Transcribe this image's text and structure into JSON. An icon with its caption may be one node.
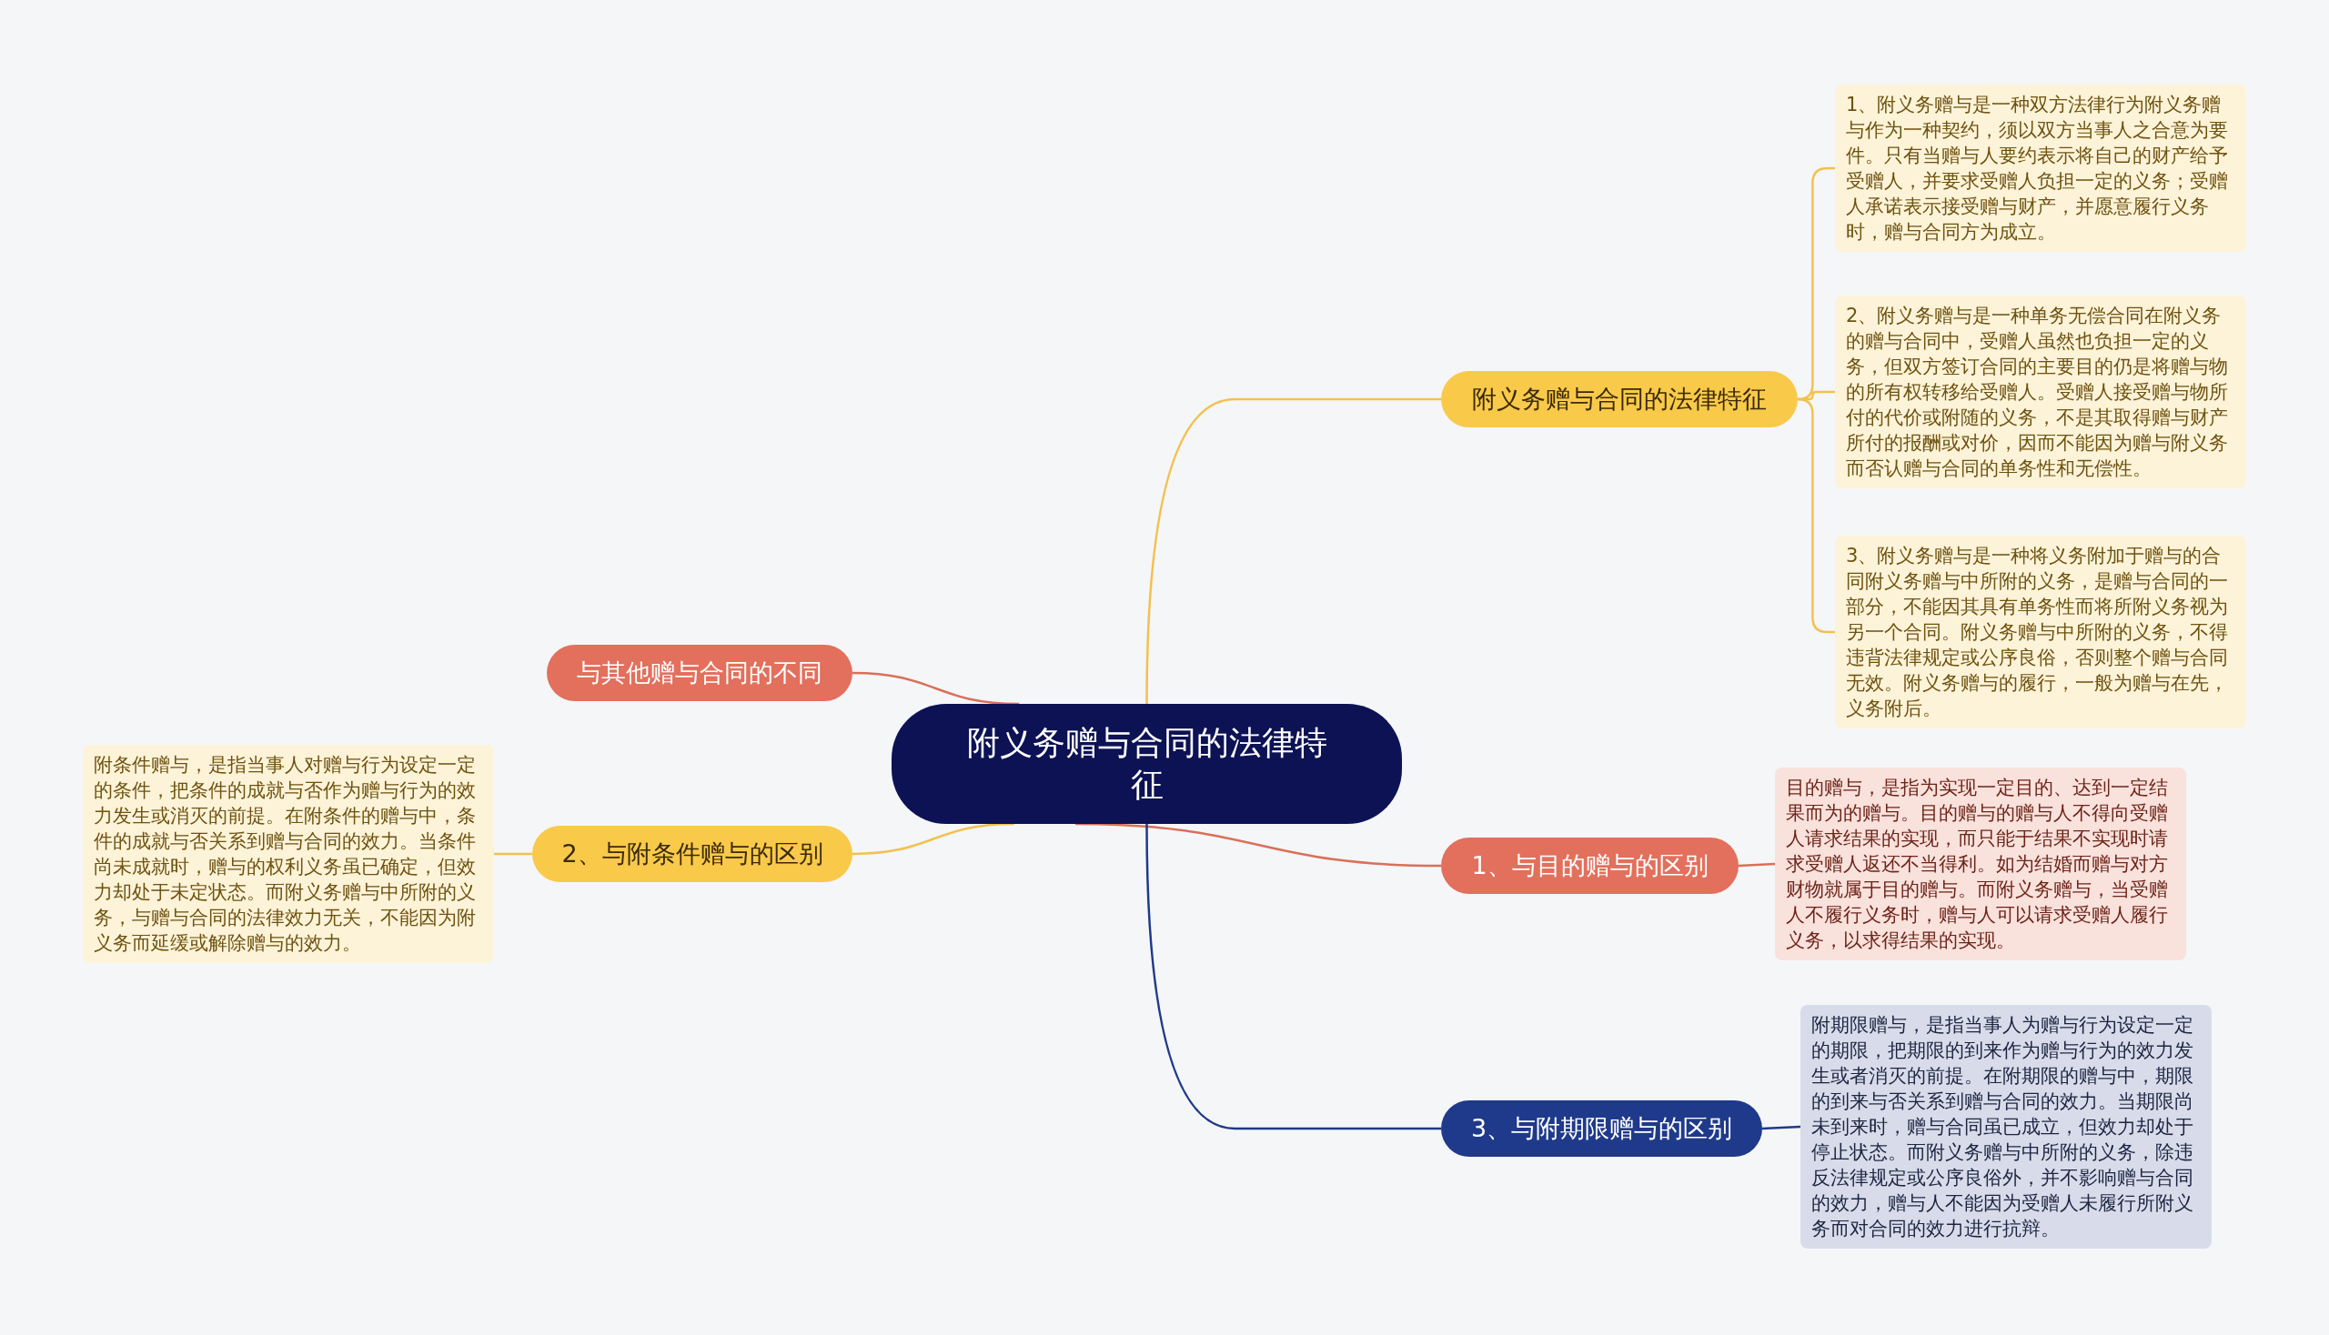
{
  "diagram": {
    "nodes": [
      {
        "text": [
          "附义务赠与合同的法律特征"
        ]
      },
      {
        "text": [
          "附义务赠与合同的法律特征"
        ]
      },
      {
        "text": [
          "1、附义务赠与是一种双方法律行为附义务赠与作为一种契约，须以双方当事人之合意为要件。只有当赠与人要约表示将自己的财产给予受赠人，并要求受赠人负担一定的义务；受赠人承诺表示接受赠与财产，并愿意履行义务时，赠与合同方为成立。"
        ]
      },
      {
        "text": [
          "2、附义务赠与是一种单务无偿合同在附义务的赠与合同中，受赠人虽然也负担一定的义务，但双方签订合同的主要目的仍是将赠与物的所有权转移给受赠人。受赠人接受赠与物所付的代价或附随的义务，不是其取得赠与财产所付的报酬或对价，因而不能因为赠与附义务而否认赠与合同的单务性和无偿性。"
        ]
      },
      {
        "text": [
          "3、附义务赠与是一种将义务附加于赠与的合同附义务赠与中所附的义务，是赠与合同的一部分，不能因其具有单务性而将所附义务视为另一个合同。附义务赠与中所附的义务，不得违背法律规定或公序良俗，否则整个赠与合同无效。附义务赠与的履行，一般为赠与在先，义务附后。"
        ]
      },
      {
        "text": [
          "与其他赠与合同的不同"
        ]
      },
      {
        "text": [
          "2、与附条件赠与的区别"
        ]
      },
      {
        "text": [
          "附条件赠与，是指当事人对赠与行为设定一定的条件，把条件的成就与否作为赠与行为的效力发生或消灭的前提。在附条件的赠与中，条件的成就与否关系到赠与合同的效力。当条件尚未成就时，赠与的权利义务虽已确定，但效力却处于未定状态。而附义务赠与中所附的义务，与赠与合同的法律效力无关，不能因为附义务而延缓或解除赠与的效力。"
        ]
      },
      {
        "text": [
          "1、与目的赠与的区别"
        ]
      },
      {
        "text": [
          "目的赠与，是指为实现一定目的、达到一定结果而为的赠与。目的赠与的赠与人不得向受赠人请求结果的实现，而只能于结果不实现时请求受赠人返还不当得利。如为结婚而赠与对方财物就属于目的赠与。而附义务赠与，当受赠人不履行义务时，赠与人可以请求受赠人履行义务，以求得结果的实现。"
        ]
      },
      {
        "text": [
          "3、与附期限赠与的区别"
        ]
      },
      {
        "text": [
          "附期限赠与，是指当事人为赠与行为设定一定的期限，把期限的到来作为赠与行为的效力发生或者消灭的前提。在附期限的赠与中，期限的到来与否关系到赠与合同的效力。当期限尚未到来时，赠与合同虽已成立，但效力却处于停止状态。而附义务赠与中所附的义务，除违反法律规定或公序良俗外，并不影响赠与合同的效力，赠与人不能因为受赠人未履行所附义务而对合同的效力进行抗辩。"
        ]
      }
    ],
    "edges": [
      {
        "from": 0,
        "to": 1,
        "arrow": "none"
      },
      {
        "from": 1,
        "to": 2,
        "arrow": "none"
      },
      {
        "from": 1,
        "to": 3,
        "arrow": "none"
      },
      {
        "from": 1,
        "to": 4,
        "arrow": "none"
      },
      {
        "from": 0,
        "to": 5,
        "arrow": "none",
        "color": "#d9705a"
      },
      {
        "from": 0,
        "to": 6,
        "arrow": "none"
      },
      {
        "from": 6,
        "to": 7,
        "arrow": "none"
      },
      {
        "from": 0,
        "to": 8,
        "arrow": "none",
        "color": "#d9705a"
      },
      {
        "from": 8,
        "to": 9,
        "arrow": "none",
        "color": "#d9705a"
      },
      {
        "from": 0,
        "to": 10,
        "arrow": "none",
        "color": "#1f3a8a"
      },
      {
        "from": 10,
        "to": 11,
        "arrow": "none",
        "color": "#1f3a8a"
      }
    ]
  }
}
